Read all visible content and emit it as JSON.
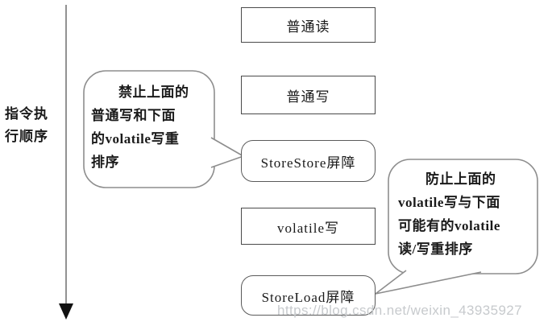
{
  "axis": {
    "label_line1": "指令执",
    "label_line2": "行顺序",
    "meaning": "instruction-execution-order"
  },
  "boxes": [
    {
      "label": "普通读",
      "shape": "rect"
    },
    {
      "label": "普通写",
      "shape": "rect"
    },
    {
      "label": "StoreStore屏障",
      "shape": "rounded"
    },
    {
      "label": "volatile写",
      "shape": "rect"
    },
    {
      "label": "StoreLoad屏障",
      "shape": "rounded"
    }
  ],
  "callouts": {
    "left": {
      "target": "StoreStore屏障",
      "lines": [
        "禁止上面的",
        "普通写和下面",
        "的volatile写重",
        "排序"
      ]
    },
    "right": {
      "target": "StoreLoad屏障",
      "lines": [
        "防止上面的",
        "volatile写与下面",
        "可能有的volatile",
        "读/写重排序"
      ]
    }
  },
  "watermark": "https://blog.csdn.net/weixin_43935927",
  "colors": {
    "box_border": "#4a4a4a",
    "bubble_border": "#8d8d8d",
    "arrow": "#555555",
    "arrowhead": "#111111",
    "text": "#1a1a1a",
    "watermark": "#c7cacd",
    "background": "#ffffff"
  }
}
